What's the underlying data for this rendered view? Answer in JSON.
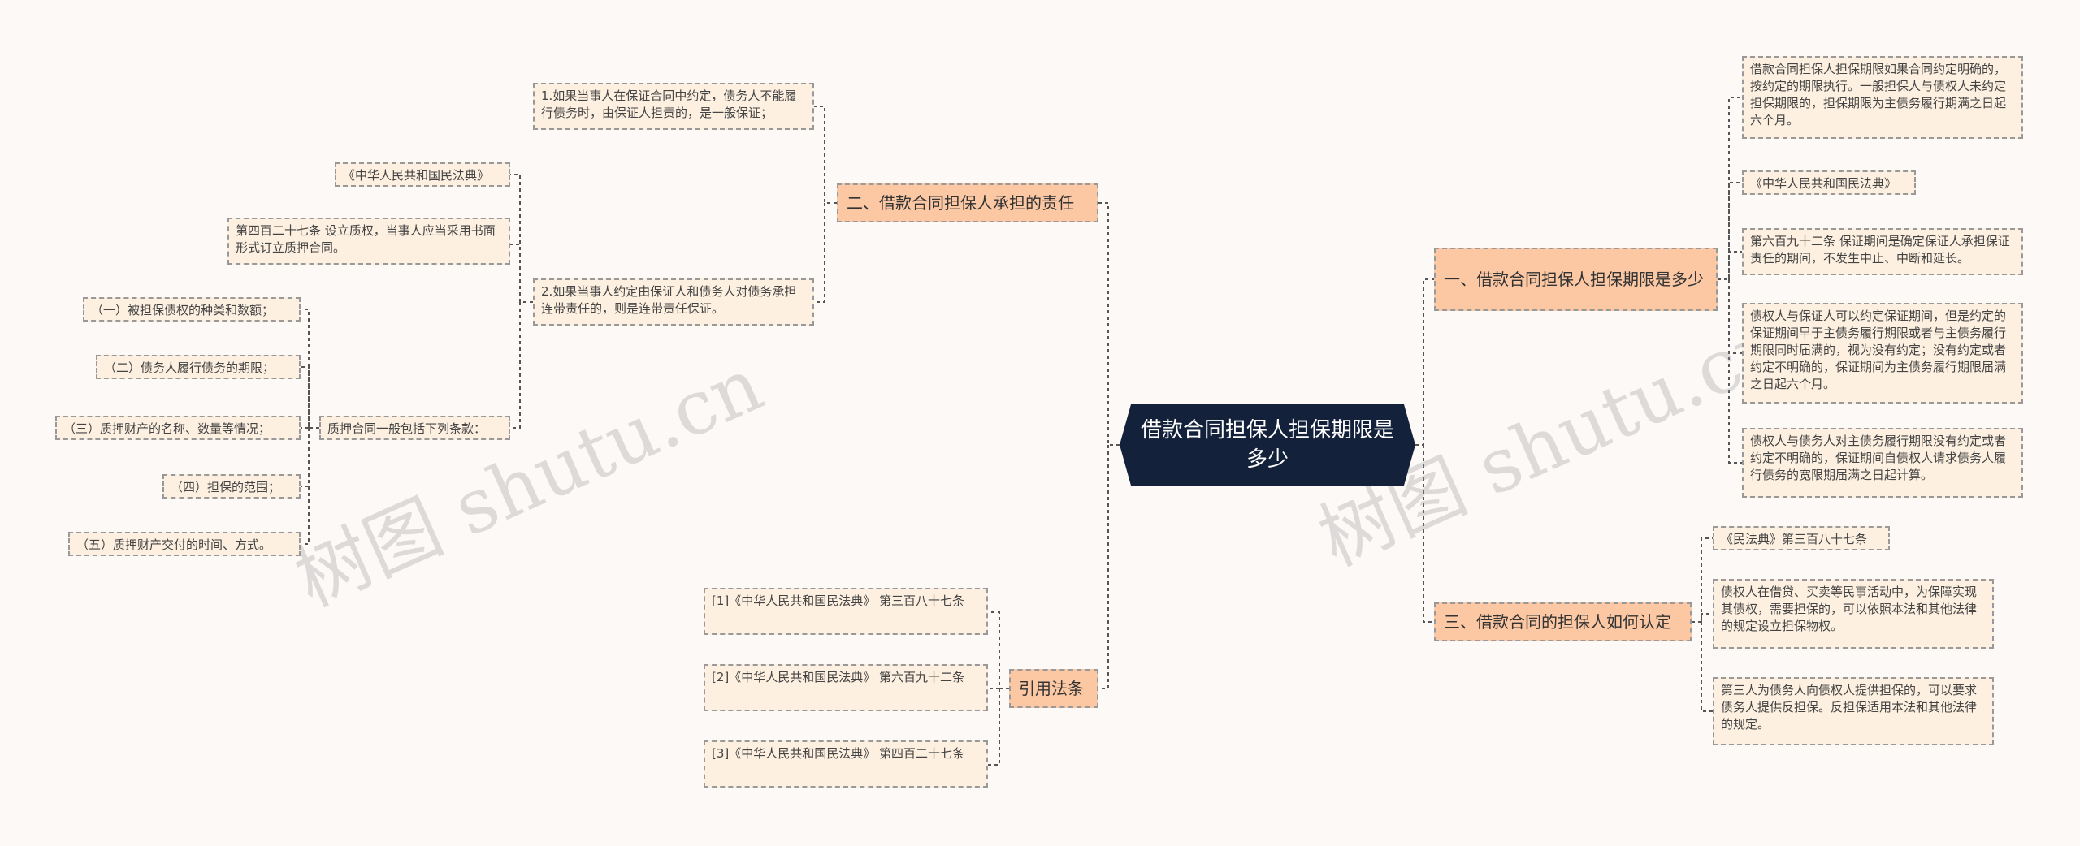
{
  "root": {
    "title": "借款合同担保人担保期限是多少"
  },
  "branches": {
    "b1": "二、借款合同担保人承担的责任",
    "b2": "引用法条",
    "b3": "一、借款合同担保人担保期限是多少",
    "b4": "三、借款合同的担保人如何认定"
  },
  "leaves": {
    "l1": "1.如果当事人在保证合同中约定，债务人不能履行债务时，由保证人担责的，是一般保证；",
    "l2": "2.如果当事人约定由保证人和债务人对债务承担连带责任的，则是连带责任保证。",
    "l3": "《中华人民共和国民法典》",
    "l4": "第四百二十七条   设立质权，当事人应当采用书面形式订立质押合同。",
    "l5": "质押合同一般包括下列条款：",
    "l6": "（一）被担保债权的种类和数额；",
    "l7": "（二）债务人履行债务的期限；",
    "l8": "（三）质押财产的名称、数量等情况；",
    "l9": "（四）担保的范围；",
    "l10": "（五）质押财产交付的时间、方式。",
    "l11": "[1]《中华人民共和国民法典》 第三百八十七条",
    "l12": "[2]《中华人民共和国民法典》 第六百九十二条",
    "l13": "[3]《中华人民共和国民法典》 第四百二十七条",
    "r1": "借款合同担保人担保期限如果合同约定明确的，按约定的期限执行。一般担保人与债权人未约定担保期限的，担保期限为主债务履行期满之日起六个月。",
    "r2": "《中华人民共和国民法典》",
    "r3": "第六百九十二条   保证期间是确定保证人承担保证责任的期间，不发生中止、中断和延长。",
    "r4": "债权人与保证人可以约定保证期间，但是约定的保证期间早于主债务履行期限或者与主债务履行期限同时届满的，视为没有约定；没有约定或者约定不明确的，保证期间为主债务履行期限届满之日起六个月。",
    "r5": "债权人与债务人对主债务履行期限没有约定或者约定不明确的，保证期间自债权人请求债务人履行债务的宽限期届满之日起计算。",
    "r6": "《民法典》第三百八十七条",
    "r7": "债权人在借贷、买卖等民事活动中，为保障实现其债权，需要担保的，可以依照本法和其他法律的规定设立担保物权。",
    "r8": "第三人为债务人向债权人提供担保的，可以要求债务人提供反担保。反担保适用本法和其他法律的规定。"
  },
  "watermark": {
    "text": "树图 shutu.cn"
  },
  "colors": {
    "background": "#fdf9f6",
    "root_fill": "#13213a",
    "branch_fill": "#fcc8a4",
    "leaf_fill": "#fdf0e0",
    "border": "#999999",
    "connector": "#555555"
  }
}
